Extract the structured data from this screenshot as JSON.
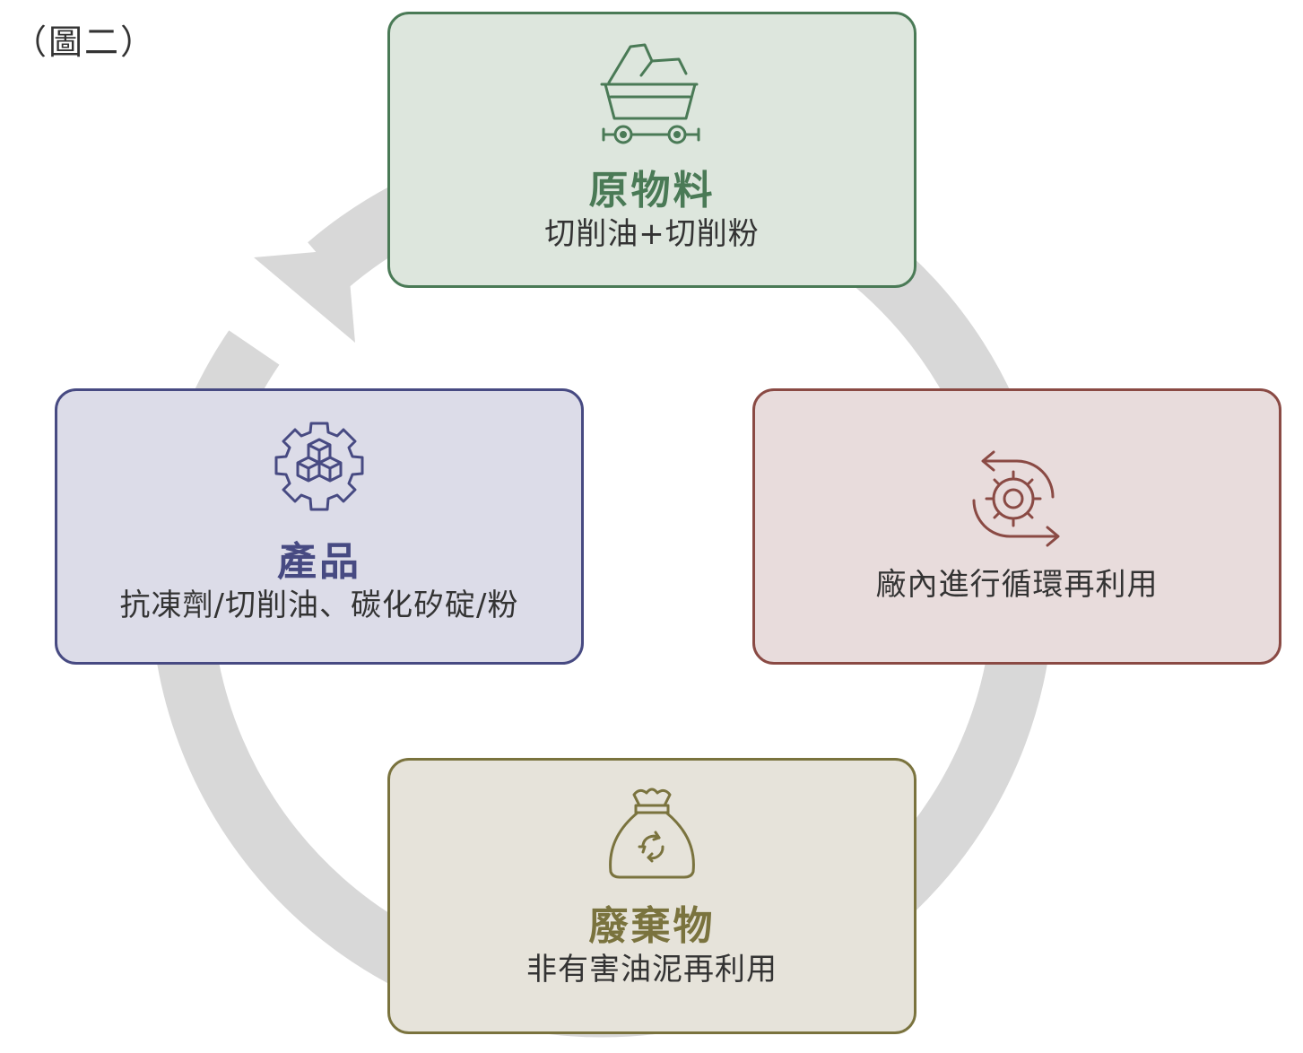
{
  "figure_label": "（圖二）",
  "nodes": {
    "raw": {
      "title": "原物料",
      "desc": "切削油+切削粉",
      "icon": "mine-cart-icon",
      "color": "#4a7a56"
    },
    "recycle": {
      "desc": "廠內進行循環再利用",
      "icon": "recycle-gear-icon",
      "color": "#8a4a44"
    },
    "waste": {
      "title": "廢棄物",
      "desc": "非有害油泥再利用",
      "icon": "recycle-bag-icon",
      "color": "#7a733e"
    },
    "product": {
      "title": "產品",
      "desc": "抗凍劑/切削油、碳化矽碇/粉",
      "icon": "gear-cubes-icon",
      "color": "#474a82"
    }
  },
  "cycle_color": "#d8d8d8"
}
